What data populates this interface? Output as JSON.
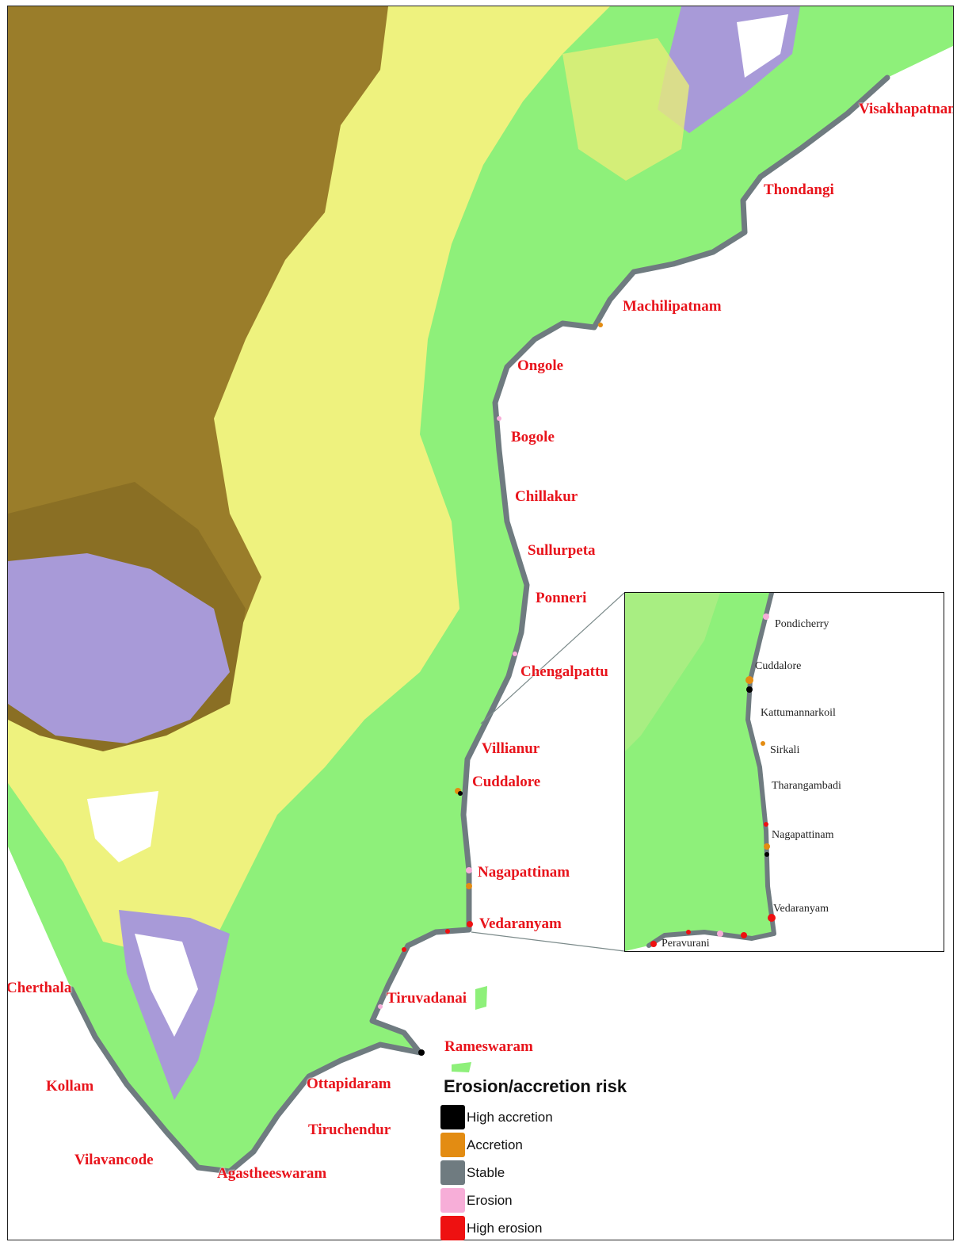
{
  "map": {
    "colors": {
      "lowland": "#8ef07a",
      "midland": "#f2f58a",
      "upland": "#9a7a24",
      "highland": "#a79ad8",
      "peak": "#ffffff",
      "coast_stable": "#6f7b80"
    },
    "labels": [
      {
        "id": "visakhapatnam",
        "text": "Visakhapatnam"
      },
      {
        "id": "thondangi",
        "text": "Thondangi"
      },
      {
        "id": "machilipatnam",
        "text": "Machilipatnam"
      },
      {
        "id": "ongole",
        "text": "Ongole"
      },
      {
        "id": "bogole",
        "text": "Bogole"
      },
      {
        "id": "chillakur",
        "text": "Chillakur"
      },
      {
        "id": "sullurpeta",
        "text": "Sullurpeta"
      },
      {
        "id": "ponneri",
        "text": "Ponneri"
      },
      {
        "id": "chengalpattu",
        "text": "Chengalpattu"
      },
      {
        "id": "villianur",
        "text": "Villianur"
      },
      {
        "id": "cuddalore",
        "text": "Cuddalore"
      },
      {
        "id": "nagapattinam",
        "text": "Nagapattinam"
      },
      {
        "id": "vedaranyam",
        "text": "Vedaranyam"
      },
      {
        "id": "cherthala",
        "text": "Cherthala"
      },
      {
        "id": "tiruvadanai",
        "text": "Tiruvadanai"
      },
      {
        "id": "rameswaram",
        "text": "Rameswaram"
      },
      {
        "id": "kollam",
        "text": "Kollam"
      },
      {
        "id": "ottapidaram",
        "text": "Ottapidaram"
      },
      {
        "id": "tiruchendur",
        "text": "Tiruchendur"
      },
      {
        "id": "vilavancode",
        "text": "Vilavancode"
      },
      {
        "id": "agastheeswaram",
        "text": "Agastheeswaram"
      }
    ]
  },
  "inset": {
    "labels": [
      {
        "id": "pondicherry",
        "text": "Pondicherry"
      },
      {
        "id": "cuddalore",
        "text": "Cuddalore"
      },
      {
        "id": "kattumannarkoil",
        "text": "Kattumannarkoil"
      },
      {
        "id": "sirkali",
        "text": "Sirkali"
      },
      {
        "id": "tharangambadi",
        "text": "Tharangambadi"
      },
      {
        "id": "nagapattinam",
        "text": "Nagapattinam"
      },
      {
        "id": "vedaranyam",
        "text": "Vedaranyam"
      },
      {
        "id": "peravurani",
        "text": "Peravurani"
      }
    ]
  },
  "legend": {
    "title": "Erosion/accretion risk",
    "items": [
      {
        "label": "High accretion",
        "color": "#000000"
      },
      {
        "label": "Accretion",
        "color": "#e38c12"
      },
      {
        "label": "Stable",
        "color": "#6f7b80"
      },
      {
        "label": "Erosion",
        "color": "#f7aed8"
      },
      {
        "label": "High erosion",
        "color": "#ee1111"
      }
    ]
  }
}
